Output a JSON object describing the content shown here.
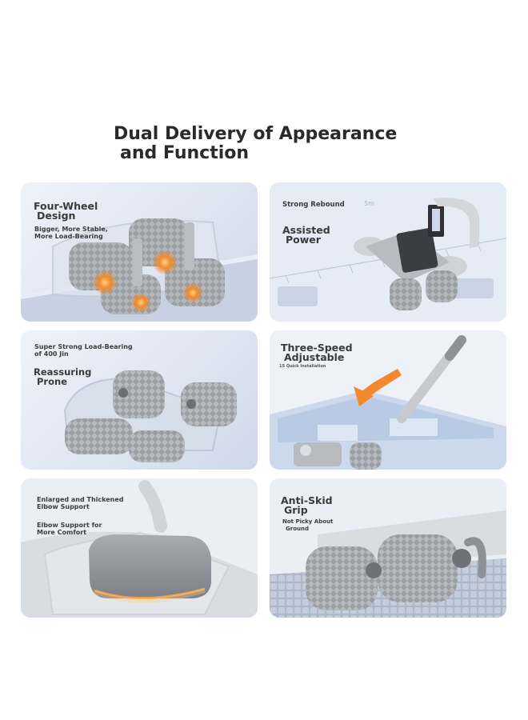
{
  "title": {
    "line1": "Dual Delivery of Appearance",
    "line2": "and Function"
  },
  "panels": [
    {
      "id": "four-wheel",
      "heading_line1": "Four-Wheel",
      "heading_line2": "Design",
      "sub_line1": "Bigger, More Stable,",
      "sub_line2": "More Load-Bearing"
    },
    {
      "id": "strong-rebound",
      "top_line": "Strong Rebound",
      "heading_line1": "Assisted",
      "heading_line2": "Power",
      "ruler_mark": "5m"
    },
    {
      "id": "load-bearing",
      "sub_line1": "Super Strong Load-Bearing",
      "sub_line2": "of 400 Jin",
      "heading_line1": "Reassuring",
      "heading_line2": "Prone"
    },
    {
      "id": "three-speed",
      "heading_line1": "Three-Speed",
      "heading_line2": "Adjustable",
      "tiny": "1S Quick Installation"
    },
    {
      "id": "elbow-support",
      "sub_line1": "Enlarged and Thickened",
      "sub_line2": "Elbow Support",
      "sub2_line1": "Elbow Support for",
      "sub2_line2": "More Comfort"
    },
    {
      "id": "anti-skid",
      "heading_line1": "Anti-Skid",
      "heading_line2": "Grip",
      "sub_line1": "Not Picky About",
      "sub_line2": "Ground"
    }
  ],
  "colors": {
    "panel_bg": "#e3e9f4",
    "roller_gray": "#8d9096",
    "accent_orange": "#f08a2c",
    "text": "#3a3a3a"
  }
}
